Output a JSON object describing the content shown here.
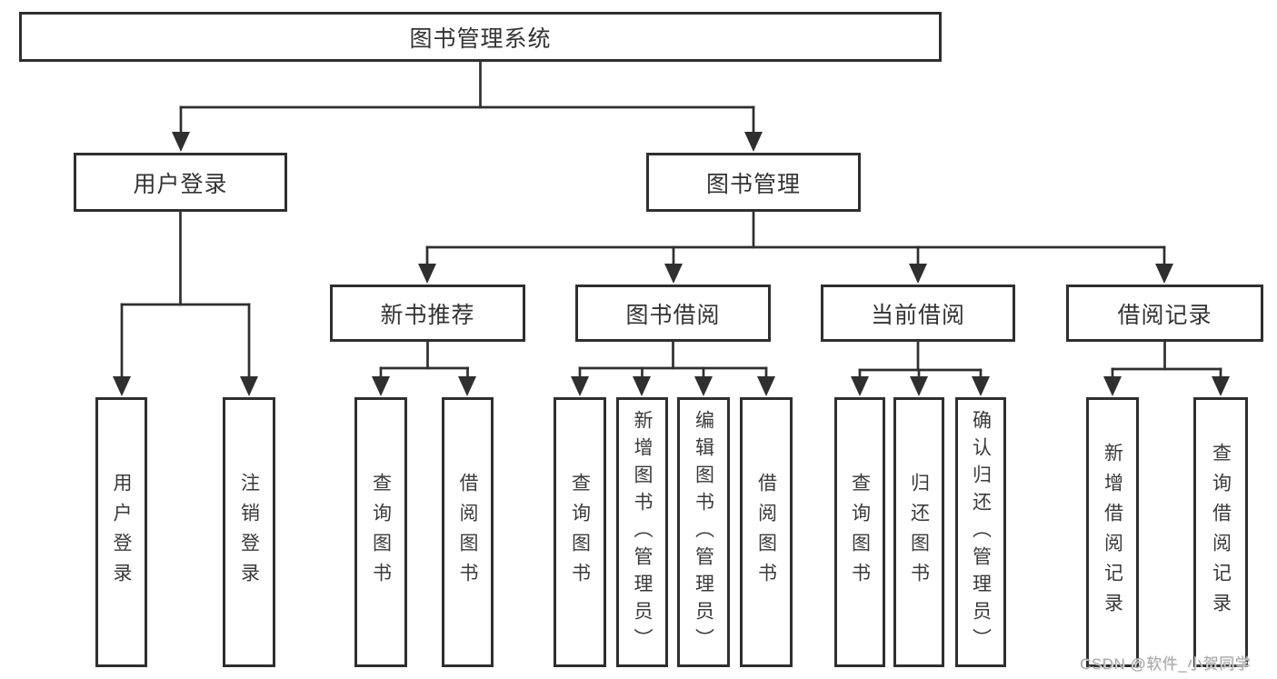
{
  "style": {
    "line_color": "#2f2f2f",
    "box_border_color": "#2f2f2f",
    "text_color": "#333333",
    "background": "#ffffff",
    "watermark_color": "#a8a8a8"
  },
  "watermark": {
    "text": "CSDN @软件_小贺同学"
  },
  "tree": {
    "root": {
      "label": "图书管理系统"
    },
    "branches": [
      {
        "label": "用户登录",
        "children": [
          {
            "label": "用户登录"
          },
          {
            "label": "注销登录"
          }
        ]
      },
      {
        "label": "图书管理",
        "children": [
          {
            "label": "新书推荐",
            "children": [
              {
                "label": "查询图书"
              },
              {
                "label": "借阅图书"
              }
            ]
          },
          {
            "label": "图书借阅",
            "children": [
              {
                "label": "查询图书"
              },
              {
                "label": "新增图书（管理员）"
              },
              {
                "label": "编辑图书（管理员）"
              },
              {
                "label": "借阅图书"
              }
            ]
          },
          {
            "label": "当前借阅",
            "children": [
              {
                "label": "查询图书"
              },
              {
                "label": "归还图书"
              },
              {
                "label": "确认归还（管理员）"
              }
            ]
          },
          {
            "label": "借阅记录",
            "children": [
              {
                "label": "新增借阅记录"
              },
              {
                "label": "查询借阅记录"
              }
            ]
          }
        ]
      }
    ]
  }
}
